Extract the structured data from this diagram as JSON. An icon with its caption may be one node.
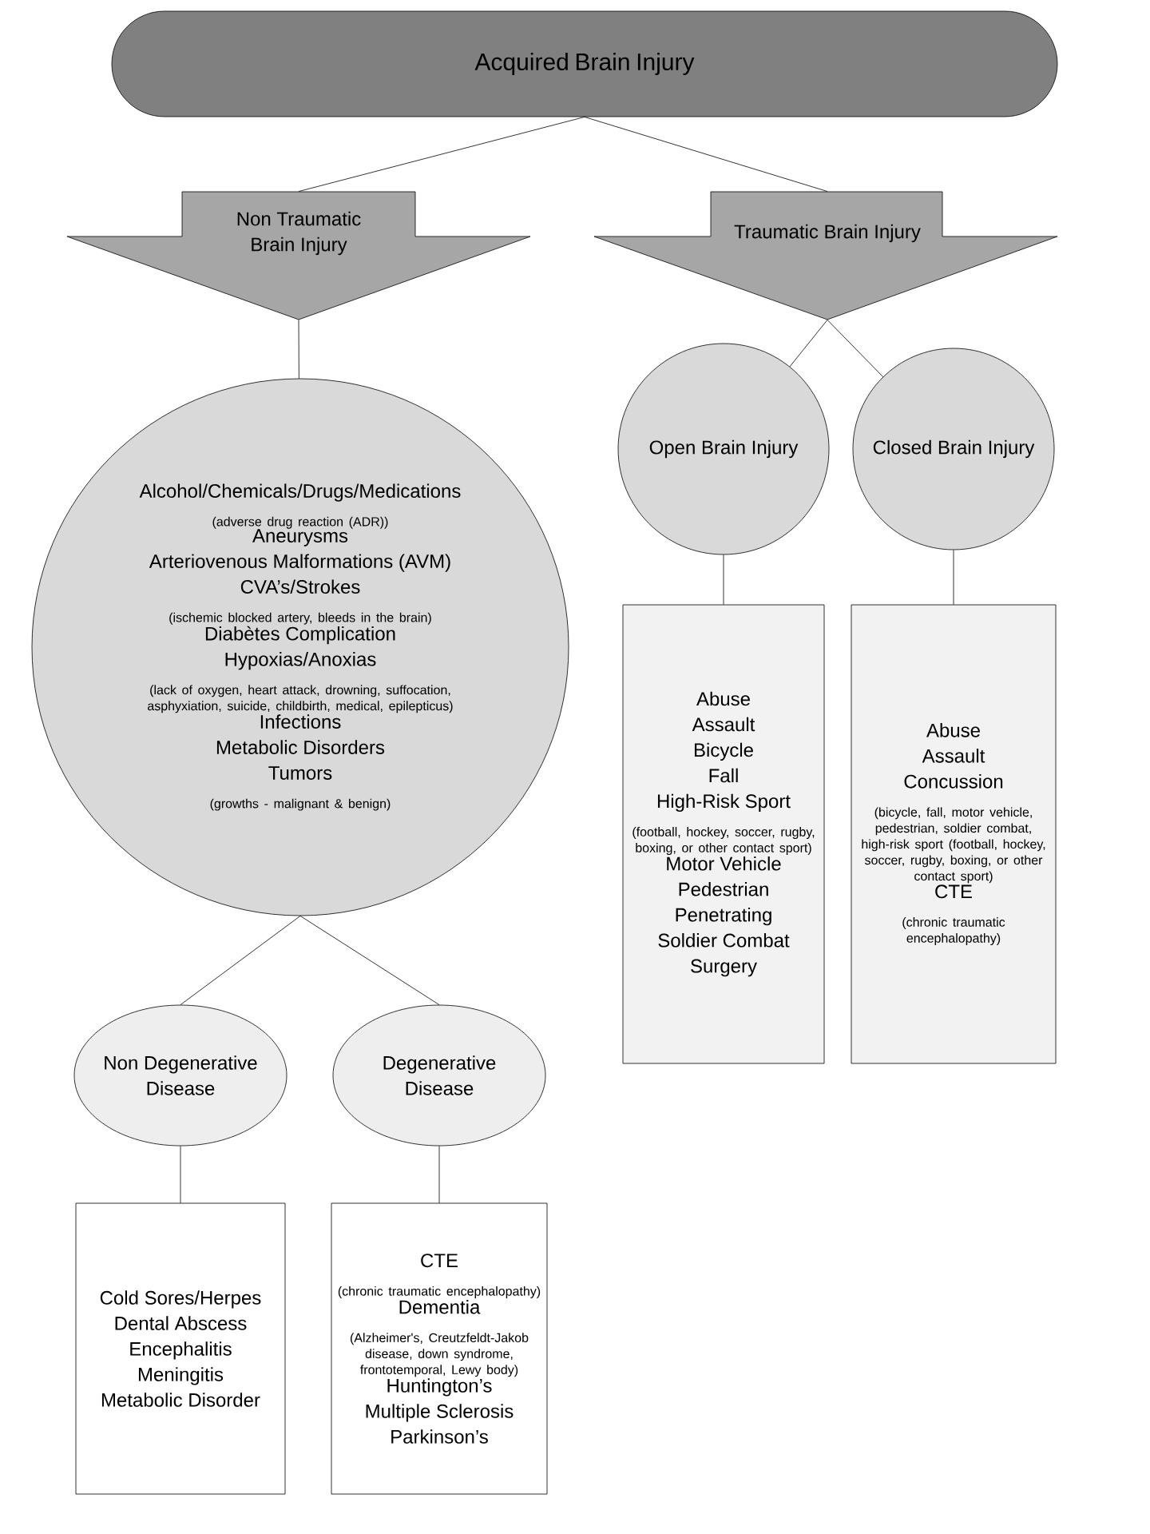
{
  "diagram": {
    "nodes": [
      {
        "text": [
          "Acquired Brain Injury"
        ]
      },
      {
        "text": [
          "Non Traumatic Brain Injury"
        ]
      },
      {
        "text": [
          "Traumatic Brain Injury"
        ]
      },
      {
        "text": [
          "Alcohol/Chemicals/Drugs/Medications",
          "(adverse drug reaction (ADR))",
          "Aneurysms",
          "Arteriovenous Malformations (AVM)",
          "CVA’s/Strokes",
          "(ischemic blocked artery, bleeds in the brain)",
          "Diabètes Complication",
          "Hypoxias/Anoxias",
          "(lack of oxygen, heart attack, drowning, suffocation, asphyxiation, suicide, childbirth, medical, epilepticus)",
          "Infections",
          "Metabolic Disorders",
          "Tumors",
          "(growths - malignant & benign)"
        ]
      },
      {
        "text": [
          "Open Brain Injury"
        ]
      },
      {
        "text": [
          "Closed Brain Injury"
        ]
      },
      {
        "text": [
          "Abuse",
          "Assault",
          "Bicycle",
          "Fall",
          "High-Risk Sport",
          "(football, hockey, soccer, rugby, boxing, or other contact sport)",
          "Motor Vehicle",
          "Pedestrian",
          "Penetrating",
          "Soldier Combat",
          "Surgery"
        ]
      },
      {
        "text": [
          "Abuse",
          "Assault",
          "Concussion",
          "(bicycle, fall, motor vehicle, pedestrian, soldier combat, high-risk sport (football, hockey, soccer, rugby, boxing, or other contact sport)",
          "CTE",
          "(chronic traumatic encephalopathy)"
        ]
      },
      {
        "text": [
          "Non Degenerative Disease"
        ]
      },
      {
        "text": [
          "Degenerative Disease"
        ]
      },
      {
        "text": [
          "Cold Sores/Herpes",
          "Dental Abscess",
          "Encephalitis",
          "Meningitis",
          "Metabolic Disorder"
        ]
      },
      {
        "text": [
          "CTE",
          "(chronic traumatic encephalopathy)",
          "Dementia",
          "(Alzheimer's, Creutzfeldt-Jakob disease, down syndrome, frontotemporal, Lewy body)",
          "Huntington’s",
          "Multiple Sclerosis",
          "Parkinson’s"
        ]
      }
    ],
    "edges": [
      {
        "from": 0,
        "to": 1,
        "arrow": "none"
      },
      {
        "from": 0,
        "to": 2,
        "arrow": "none"
      },
      {
        "from": 1,
        "to": 3,
        "arrow": "none"
      },
      {
        "from": 2,
        "to": 4,
        "arrow": "none"
      },
      {
        "from": 2,
        "to": 5,
        "arrow": "none"
      },
      {
        "from": 4,
        "to": 6,
        "arrow": "none"
      },
      {
        "from": 5,
        "to": 7,
        "arrow": "none"
      },
      {
        "from": 3,
        "to": 8,
        "arrow": "none"
      },
      {
        "from": 3,
        "to": 9,
        "arrow": "none"
      },
      {
        "from": 8,
        "to": 10,
        "arrow": "none"
      },
      {
        "from": 9,
        "to": 11,
        "arrow": "none"
      }
    ]
  }
}
